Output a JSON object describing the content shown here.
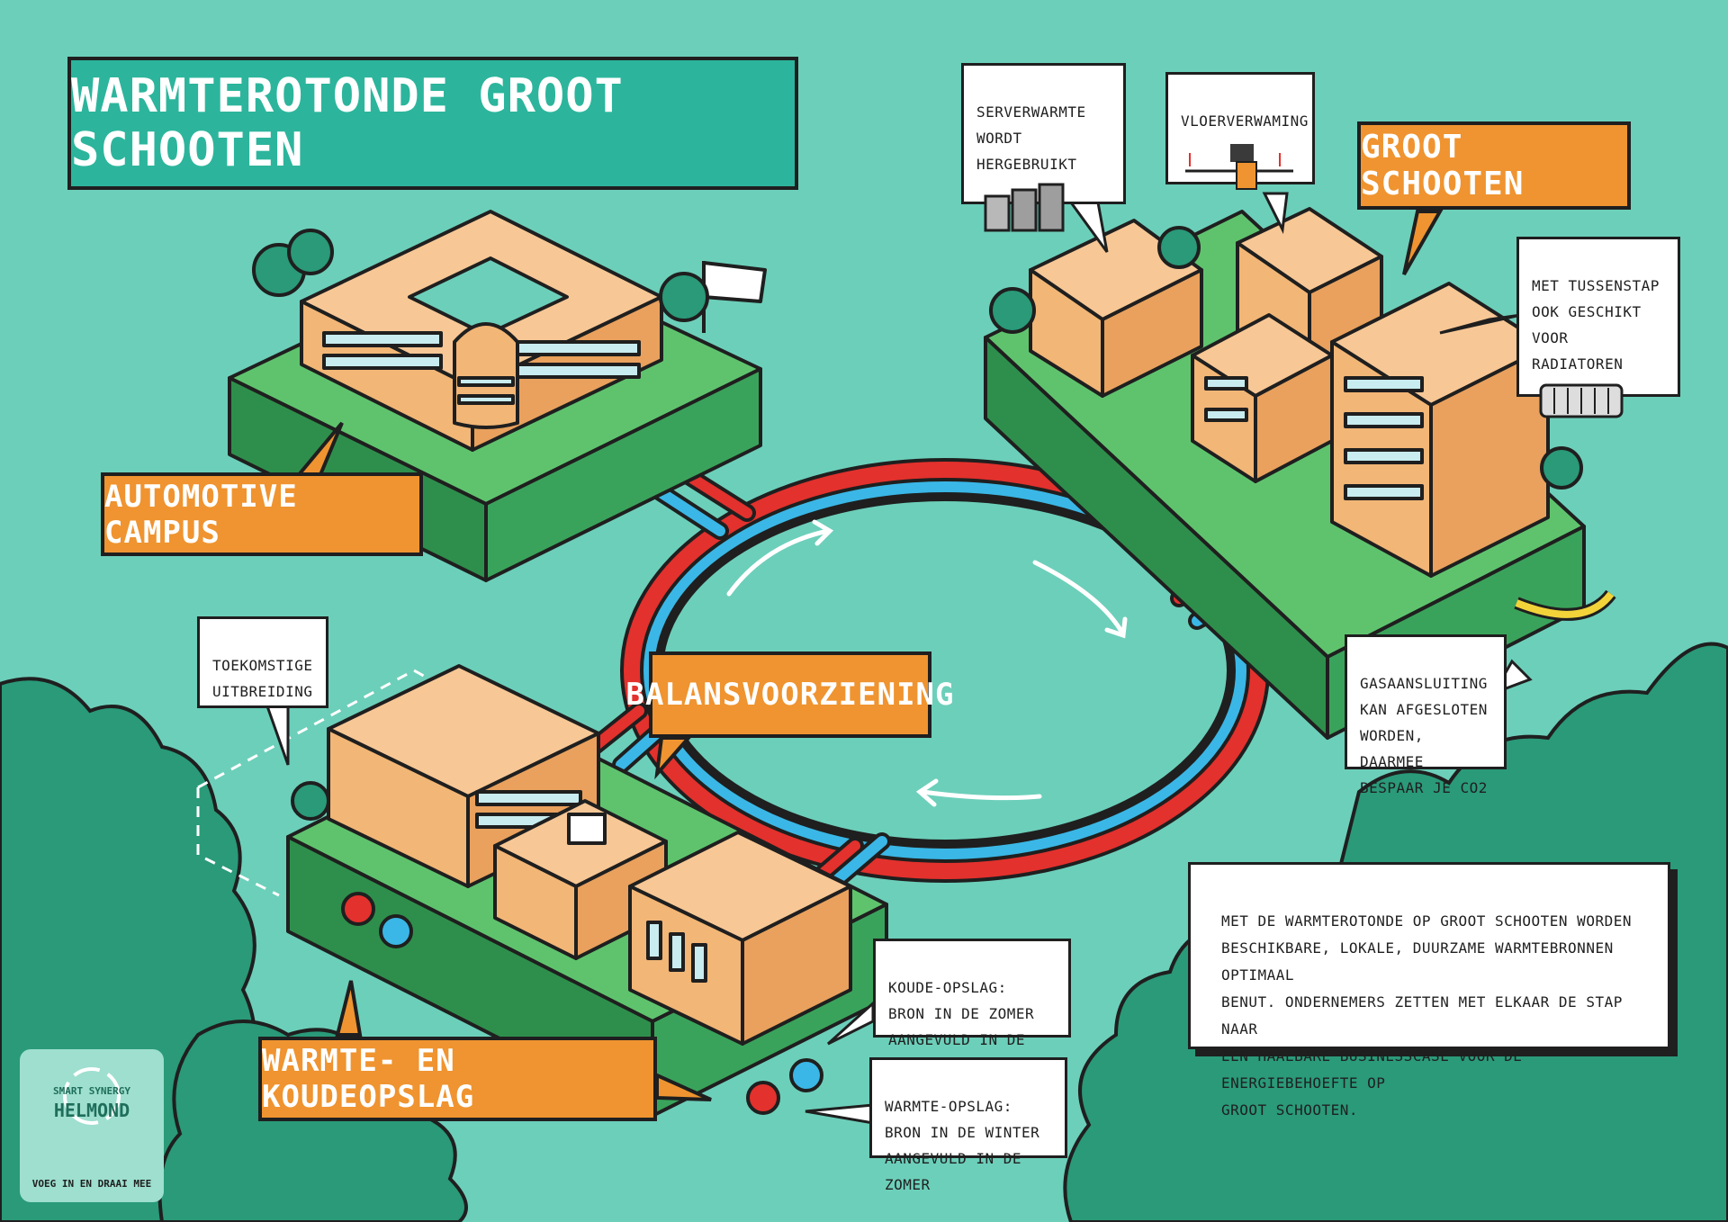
{
  "title": "WARMTEROTONDE GROOT SCHOOTEN",
  "labels": {
    "automotive_campus": "AUTOMOTIVE CAMPUS",
    "groot_schooten": "GROOT SCHOOTEN",
    "balansvoorziening": "BALANSVOORZIENING",
    "opslag": "WARMTE- EN KOUDEOPSLAG"
  },
  "callouts": {
    "serverwarmte": "SERVERWARMTE\nWORDT HERGEBRUIKT",
    "vloerverwarming": "VLOERVERWAMING",
    "radiatoren": "MET TUSSENSTAP\nOOK GESCHIKT VOOR\nRADIATOREN",
    "uitbreiding": "TOEKOMSTIGE\nUITBREIDING",
    "gasaansluiting": "GASAANSLUITING\nKAN AFGESLOTEN\nWORDEN, DAARMEE\nBESPAAR JE CO2",
    "koude_opslag": "KOUDE-OPSLAG:\nBRON IN DE ZOMER\nAANGEVULD IN DE WINTER",
    "warmte_opslag": "WARMTE-OPSLAG:\nBRON IN DE WINTER\nAANGEVULD IN DE ZOMER",
    "description": "MET DE WARMTEROTONDE OP GROOT SCHOOTEN WORDEN\nBESCHIKBARE, LOKALE, DUURZAME WARMTEBRONNEN OPTIMAAL\nBENUT. ONDERNEMERS ZETTEN MET ELKAAR DE STAP NAAR\nEEN HAALBARE BUSINESSCASE VOOR DE ENERGIEBEHOEFTE OP\nGROOT SCHOOTEN."
  },
  "logo": {
    "line1": "SMART SYNERGY",
    "line2": "HELMOND",
    "tagline": "VOEG IN EN DRAAI MEE"
  },
  "colors": {
    "background": "#6ccfba",
    "title_banner": "#2cb59c",
    "label_orange": "#ef9430",
    "platform_green": "#3aa35b",
    "building": "#f2b676",
    "pipe_warm": "#e3312d",
    "pipe_cold": "#3ab7e6"
  }
}
